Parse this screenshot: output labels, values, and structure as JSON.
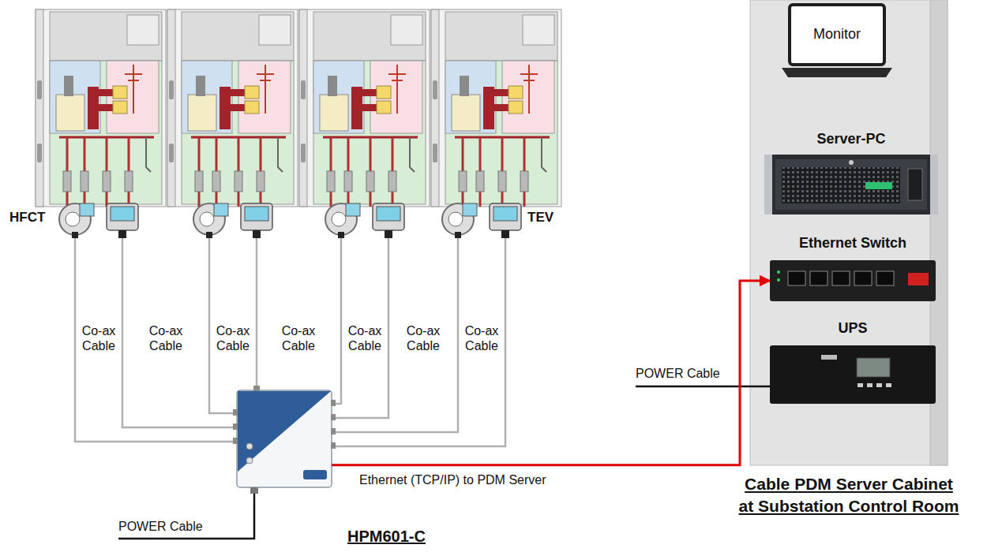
{
  "diagram": {
    "nodes": [
      {
        "text": [
          "Cable PDM Server Cabinet at Substation Control Room"
        ]
      },
      {
        "text": [
          "Monitor"
        ],
        "in": 0
      },
      {
        "text": [
          "Server-PC"
        ],
        "in": 0
      },
      {
        "text": [
          "Ethernet Switch"
        ],
        "in": 0
      },
      {
        "text": [
          "UPS"
        ],
        "in": 0
      },
      {
        "text": [
          "HPM601-C"
        ]
      }
    ],
    "edges": [
      {
        "from": 5,
        "to": 3,
        "arrow": "to",
        "label": "Ethernet (TCP/IP) to PDM Server"
      }
    ],
    "labels": [
      "HFCT",
      "TEV",
      "Co-ax Cable",
      "Co-ax Cable",
      "Co-ax Cable",
      "Co-ax Cable",
      "Co-ax Cable",
      "Co-ax Cable",
      "Co-ax Cable",
      "POWER Cable",
      "POWER Cable"
    ]
  }
}
